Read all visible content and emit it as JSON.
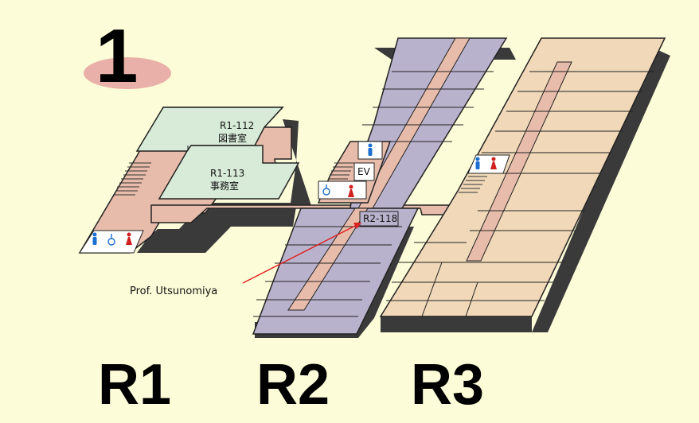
{
  "floor": {
    "number": "1",
    "badge_color": "#e8b0a8"
  },
  "wings": [
    {
      "id": "R1",
      "label": "R1"
    },
    {
      "id": "R2",
      "label": "R2"
    },
    {
      "id": "R3",
      "label": "R3"
    }
  ],
  "rooms": {
    "r1_112": {
      "code": "R1-112",
      "name": "図書室"
    },
    "r1_113": {
      "code": "R1-113",
      "name": "事務室"
    },
    "r2_118": {
      "code": "R2-118"
    }
  },
  "elevator": {
    "label": "EV"
  },
  "annotation": {
    "text": "Prof. Utsunomiya",
    "arrow_color": "#e02020"
  },
  "colors": {
    "background": "#fdfcd8",
    "r1_floor": "#e8bcaa",
    "r1_rooms": "#d8ead8",
    "r2_rooms": "#b9b2cc",
    "r3_rooms": "#f0d8b8",
    "corridor": "#e8bcaa",
    "shadow": "#3a3a3a",
    "male_icon": "#1a6fd0",
    "female_icon": "#d02020"
  },
  "icons": [
    "male-restroom-icon",
    "female-restroom-icon",
    "wheelchair-icon",
    "stairs-icon"
  ]
}
